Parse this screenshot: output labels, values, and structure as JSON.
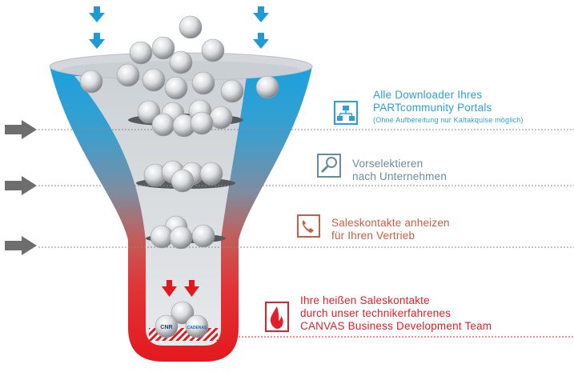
{
  "stages": [
    {
      "id": "downloader",
      "lines": [
        "Alle Downloader Ihres",
        "PARTcommunity Portals"
      ],
      "sub": "(Ohne Aufbereitung nur Kaltakquise möglich)",
      "icon": "network-icon",
      "color": "#2aa0d8"
    },
    {
      "id": "preselect",
      "lines": [
        "Vorselektieren",
        "nach Unternehmen"
      ],
      "sub": "",
      "icon": "magnifier-icon",
      "color": "#6a8aa0"
    },
    {
      "id": "heatup",
      "lines": [
        "Saleskontakte anheizen",
        "für Ihren Vertrieb"
      ],
      "sub": "",
      "icon": "phone-icon",
      "color": "#d05a40"
    },
    {
      "id": "hot",
      "lines": [
        "Ihre heißen Saleskontakte",
        "durch unser technikerfahrenes",
        "CANVAS Business Development Team"
      ],
      "sub": "",
      "icon": "fire-icon",
      "color": "#e0202a"
    }
  ],
  "logos": [
    "CNR",
    "CADENAS"
  ],
  "colors": {
    "arrow_blue": "#1e9ad6",
    "arrow_red": "#e1191f",
    "arrow_grey": "#6e6e6e"
  }
}
